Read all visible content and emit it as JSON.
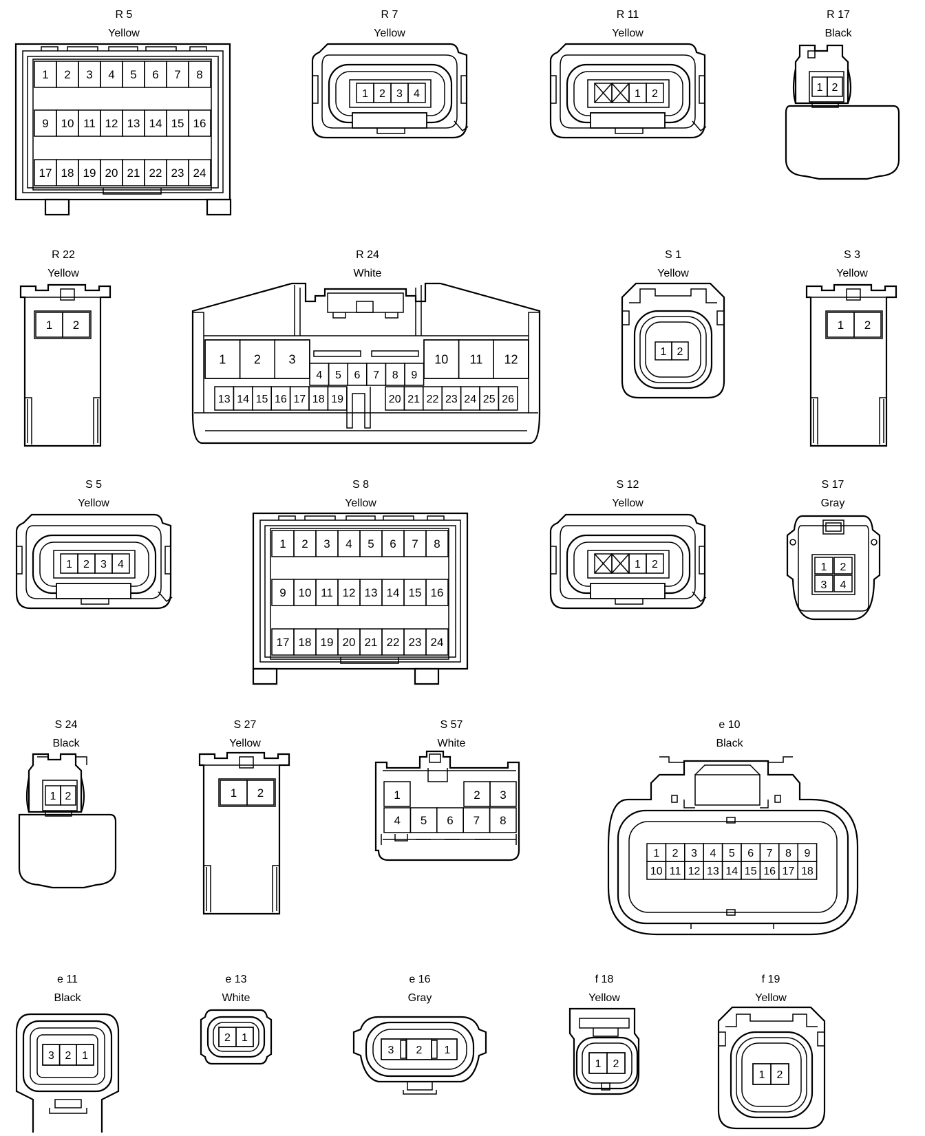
{
  "connectors": [
    {
      "id": "R 5",
      "color": "Yellow"
    },
    {
      "id": "R 7",
      "color": "Yellow"
    },
    {
      "id": "R 11",
      "color": "Yellow"
    },
    {
      "id": "R 17",
      "color": "Black"
    },
    {
      "id": "R 22",
      "color": "Yellow"
    },
    {
      "id": "R 24",
      "color": "White"
    },
    {
      "id": "S 1",
      "color": "Yellow"
    },
    {
      "id": "S 3",
      "color": "Yellow"
    },
    {
      "id": "S 5",
      "color": "Yellow"
    },
    {
      "id": "S 8",
      "color": "Yellow"
    },
    {
      "id": "S 12",
      "color": "Yellow"
    },
    {
      "id": "S 17",
      "color": "Gray"
    },
    {
      "id": "S 24",
      "color": "Black"
    },
    {
      "id": "S 27",
      "color": "Yellow"
    },
    {
      "id": "S 57",
      "color": "White"
    },
    {
      "id": "e 10",
      "color": "Black"
    },
    {
      "id": "e 11",
      "color": "Black"
    },
    {
      "id": "e 13",
      "color": "White"
    },
    {
      "id": "e 16",
      "color": "Gray"
    },
    {
      "id": "f 18",
      "color": "Yellow"
    },
    {
      "id": "f 19",
      "color": "Yellow"
    }
  ],
  "pins": {
    "p1": "1",
    "p2": "2",
    "p3": "3",
    "p4": "4",
    "p5": "5",
    "p6": "6",
    "p7": "7",
    "p8": "8",
    "p9": "9",
    "p10": "10",
    "p11": "11",
    "p12": "12",
    "p13": "13",
    "p14": "14",
    "p15": "15",
    "p16": "16",
    "p17": "17",
    "p18": "18",
    "p19": "19",
    "p20": "20",
    "p21": "21",
    "p22": "22",
    "p23": "23",
    "p24": "24",
    "p25": "25",
    "p26": "26"
  }
}
